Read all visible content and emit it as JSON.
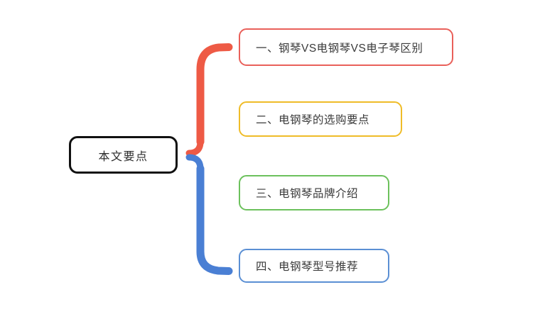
{
  "diagram": {
    "type": "mind-map",
    "background_color": "#ffffff",
    "root": {
      "label": "本文要点",
      "border_color": "#111111",
      "text_color": "#2b2b2b"
    },
    "branches": [
      {
        "index": "一、",
        "text": "钢琴VS电钢琴VS电子琴区别",
        "full_label": "一、钢琴VS电钢琴VS电子琴区别",
        "border_color": "#E9605A",
        "connector_color": "#EE5A45",
        "connector_group": "upper"
      },
      {
        "index": "二、",
        "text": "电钢琴的选购要点",
        "full_label": "二、电钢琴的选购要点",
        "border_color": "#EFBC28",
        "connector_color": "#EE5A45",
        "connector_group": "upper"
      },
      {
        "index": "三、",
        "text": "电钢琴品牌介绍",
        "full_label": "三、电钢琴品牌介绍",
        "border_color": "#6CC15C",
        "connector_color": "#4A7FD4",
        "connector_group": "lower"
      },
      {
        "index": "四、",
        "text": "电钢琴型号推荐",
        "full_label": "四、电钢琴型号推荐",
        "border_color": "#5B8FD4",
        "connector_color": "#4A7FD4",
        "connector_group": "lower"
      }
    ],
    "connectors": [
      {
        "name": "upper-brace",
        "color": "#EE5A45",
        "from": "root",
        "to": "branches 1-2"
      },
      {
        "name": "lower-brace",
        "color": "#4A7FD4",
        "from": "root",
        "to": "branches 3-4"
      }
    ]
  }
}
